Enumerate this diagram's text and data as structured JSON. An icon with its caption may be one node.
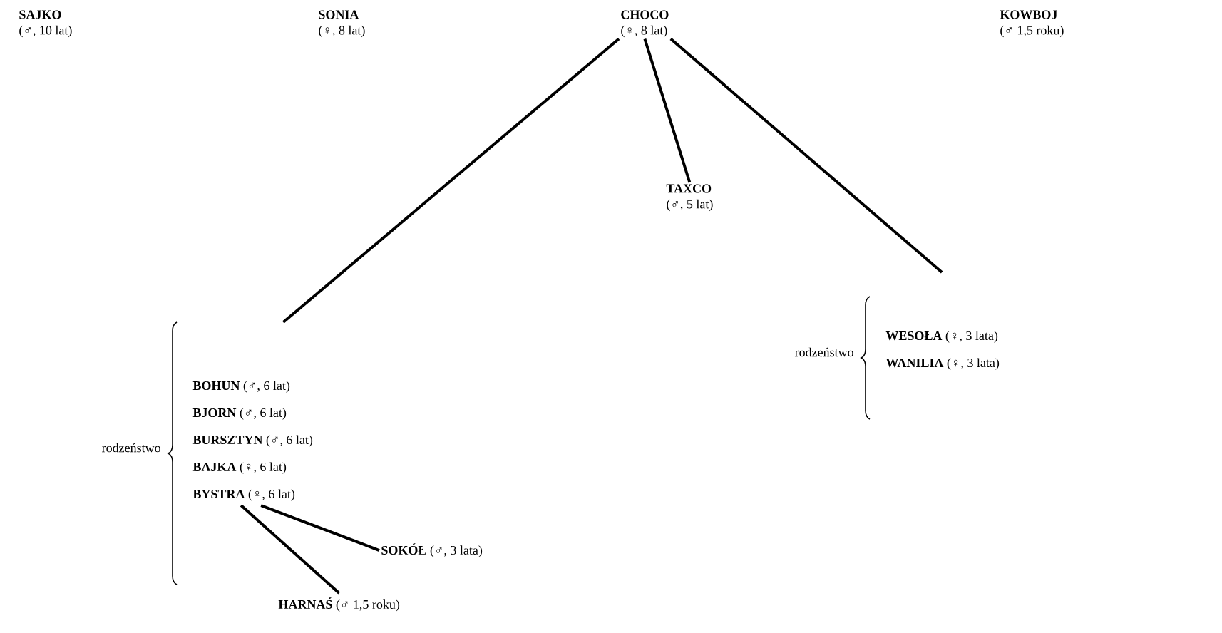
{
  "diagram": {
    "nodes": [
      {
        "text": [
          "SAJKO",
          "(♂, 10 lat)"
        ]
      },
      {
        "text": [
          "SONIA",
          "(♀, 8 lat)"
        ]
      },
      {
        "text": [
          "CHOCO",
          "(♀, 8 lat)"
        ]
      },
      {
        "text": [
          "KOWBOJ",
          "(♂ 1,5 roku)"
        ]
      },
      {
        "text": [
          "TAXCO",
          "(♂, 5 lat)"
        ]
      },
      {
        "text": [
          "**WESOŁA** (♀, 3 lata)"
        ]
      },
      {
        "text": [
          "**WANILIA** (♀, 3 lata)"
        ]
      },
      {
        "text": [
          "**BOHUN** (♂, 6 lat)"
        ]
      },
      {
        "text": [
          "**BJORN** (♂, 6 lat)"
        ]
      },
      {
        "text": [
          "**BURSZTYN** (♂, 6 lat)"
        ]
      },
      {
        "text": [
          "**BAJKA** (♀, 6 lat)"
        ]
      },
      {
        "text": [
          "**BYSTRA** (♀, 6 lat)"
        ]
      },
      {
        "text": [
          "**SOKÓŁ** (♂, 3 lata)"
        ]
      },
      {
        "text": [
          "**HARNAŚ** (♂ 1,5 roku)"
        ]
      }
    ],
    "edges": [
      {
        "from": 2,
        "to": 7,
        "arrow": "none"
      },
      {
        "from": 2,
        "to": 4,
        "arrow": "none"
      },
      {
        "from": 2,
        "to": 5,
        "arrow": "none"
      },
      {
        "from": 11,
        "to": 12,
        "arrow": "none"
      },
      {
        "from": 11,
        "to": 13,
        "arrow": "none"
      }
    ],
    "labels": [
      "rodzeństwo",
      "rodzeństwo"
    ]
  }
}
